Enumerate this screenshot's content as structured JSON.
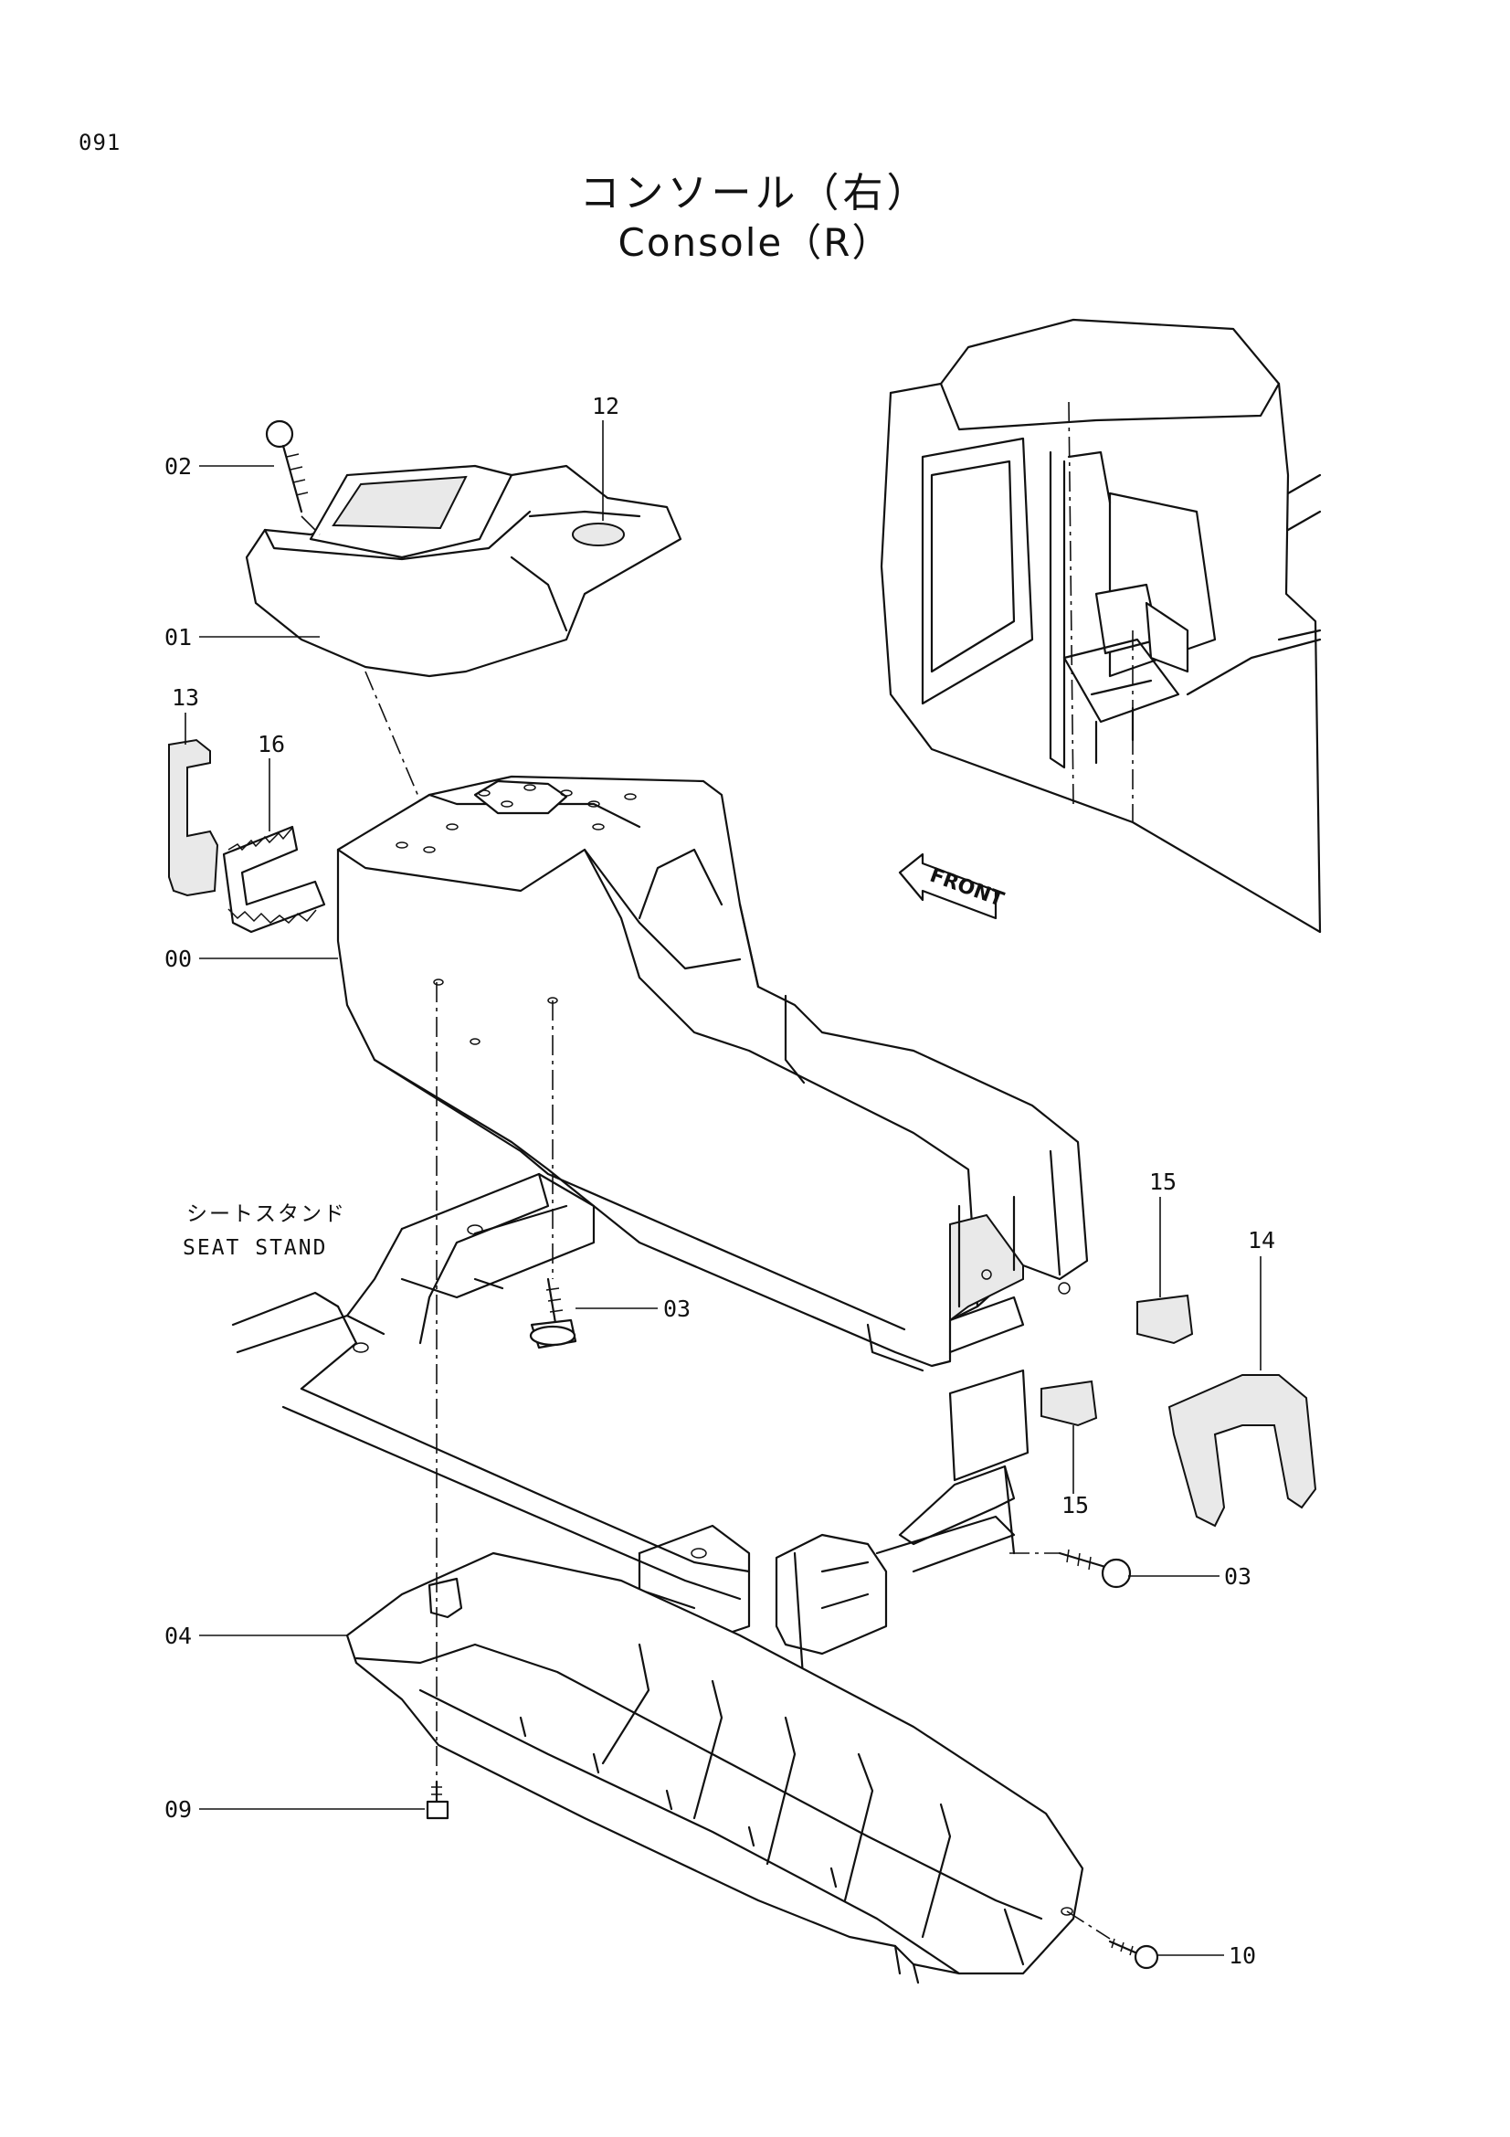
{
  "page_number": "091",
  "title_jp": "コンソール（右）",
  "title_en": "Console（R）",
  "seat_stand_jp": "シートスタンド",
  "seat_stand_en": "SEAT STAND",
  "front_label": "FRONT",
  "callouts": {
    "c12": "12",
    "c02": "02",
    "c01": "01",
    "c13": "13",
    "c16": "16",
    "c00": "00",
    "c03a": "03",
    "c15a": "15",
    "c14": "14",
    "c15b": "15",
    "c03b": "03",
    "c04": "04",
    "c09": "09",
    "c10": "10"
  }
}
